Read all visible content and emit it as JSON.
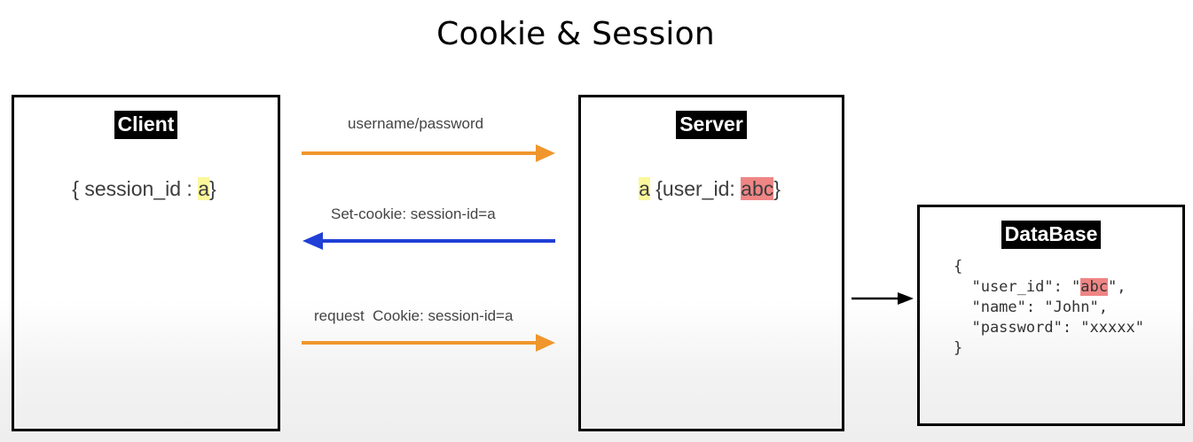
{
  "title": "Cookie & Session",
  "client": {
    "header": "Client",
    "session_prefix": "{ session_id : ",
    "session_value": "a",
    "session_suffix": "}"
  },
  "server": {
    "header": "Server",
    "session_key": "a",
    "session_middle": " {user_id: ",
    "user_id": "abc",
    "session_suffix": "}"
  },
  "database": {
    "header": "DataBase",
    "line_open": "{",
    "line_user_prefix": "  \"user_id\": \"",
    "user_id": "abc",
    "line_user_suffix": "\",",
    "line_name": "  \"name\": \"John\",",
    "line_password": "  \"password\": \"xxxxx\"",
    "line_close": "}"
  },
  "arrows": {
    "login_label": "username/password",
    "set_cookie_label": "Set-cookie: session-id=a",
    "request_label": "request  Cookie: session-id=a"
  },
  "colors": {
    "request_arrow": "#f0962d",
    "response_arrow": "#1f3fd6",
    "db_arrow": "#000000",
    "highlight_yellow": "#fbf89c",
    "highlight_red": "#ef8585"
  }
}
